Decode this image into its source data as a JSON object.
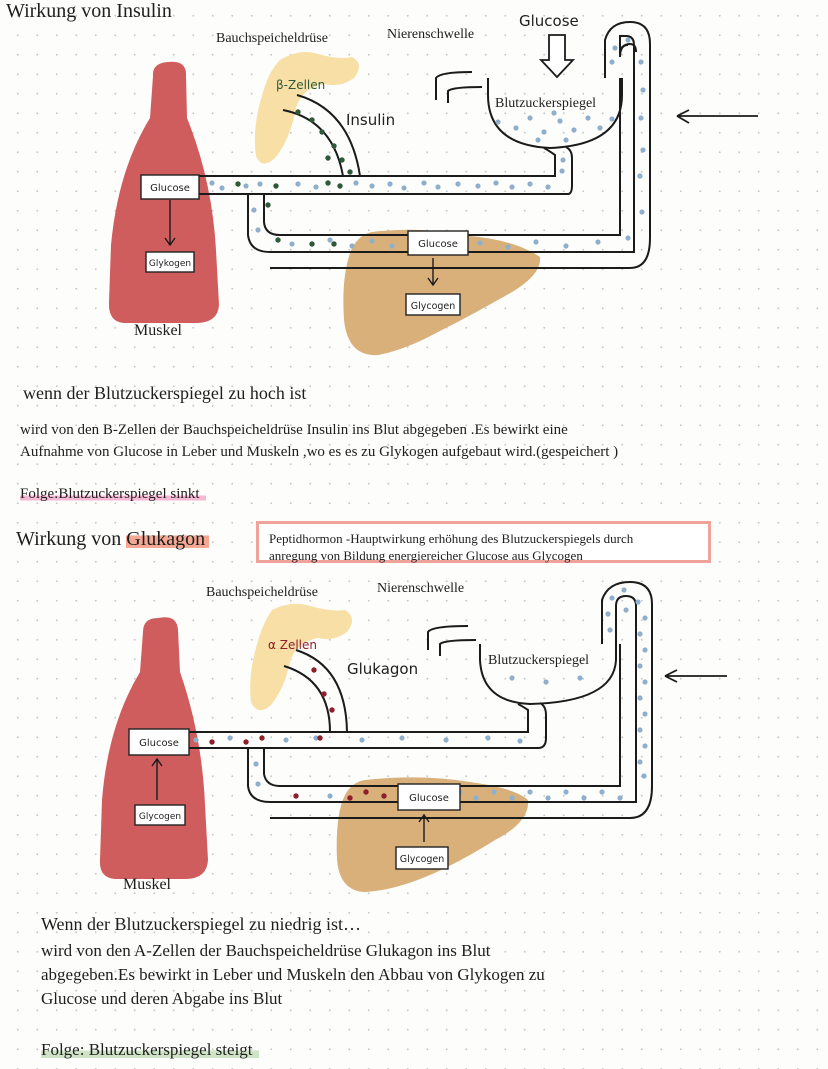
{
  "section1": {
    "title": "Wirkung von Insulin",
    "labels": {
      "pancreas": "Bauchspeicheldrüse",
      "kidney_threshold": "Nierenschwelle",
      "glucose_input": "Glucose",
      "beta_cells": "β-Zellen",
      "hormone": "Insulin",
      "blood_sugar_level": "Blutzuckerspiegel",
      "muscle": "Muskel",
      "muscle_box_top": "Glucose",
      "muscle_box_bottom": "Glykogen",
      "liver_box_top": "Glucose",
      "liver_box_bottom": "Glycogen"
    },
    "heading": "wenn der Blutzuckerspiegel zu hoch ist",
    "body_lines": [
      "wird von den B-Zellen der Bauchspeicheldrüse Insulin ins Blut abgegeben .Es bewirkt eine",
      "Aufnahme von Glucose in Leber und Muskeln ,wo es es zu Glykogen aufgebaut wird.(gespeichert )"
    ],
    "result": "Folge:Blutzuckerspiegel sinkt"
  },
  "section2": {
    "title_prefix": "Wirkung von ",
    "title_highlight": "Glukagon",
    "callout_lines": [
      "Peptidhormon -Hauptwirkung erhöhung des Blutzuckerspiegels durch",
      "anregung von Bildung energiereicher Glucose aus Glycogen"
    ],
    "labels": {
      "pancreas": "Bauchspeicheldrüse",
      "kidney_threshold": "Nierenschwelle",
      "alpha_cells": "α Zellen",
      "hormone": "Glukagon",
      "blood_sugar_level": "Blutzuckerspiegel",
      "muscle": "Muskel",
      "muscle_box_top": "Glucose",
      "muscle_box_bottom": "Glycogen",
      "liver_box_top": "Glucose",
      "liver_box_bottom": "Glycogen"
    },
    "heading": "Wenn der Blutzuckerspiegel zu niedrig ist…",
    "body_lines": [
      "wird von den A-Zellen der Bauchspeicheldrüse Glukagon ins Blut",
      "abgegeben.Es bewirkt in Leber und Muskeln den Abbau von Glykogen zu",
      "Glucose und deren Abgabe ins Blut"
    ],
    "result": "Folge: Blutzuckerspiegel steigt"
  },
  "colors": {
    "muscle": "#cf5d5d",
    "liver": "#d9b07a",
    "pancreas": "#f8dfa6",
    "glucose_dot": "#8fb0cd",
    "insulin_dot": "#2f5a3a",
    "glucagon_dot": "#8e1f2c",
    "highlight_pink": "#f7b8d4",
    "highlight_green": "#cfe3c6",
    "highlight_salmon": "#f4a894",
    "callout_border": "#f0a39b"
  }
}
